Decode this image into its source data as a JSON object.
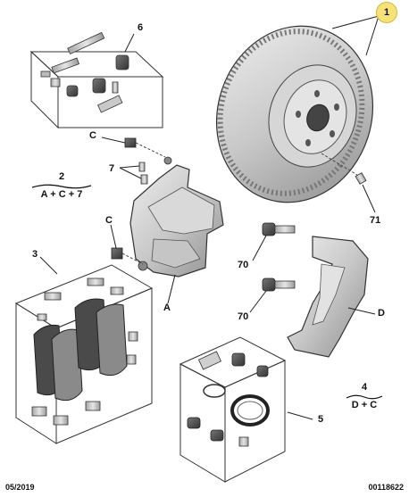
{
  "diagram": {
    "labels": {
      "part_1": "1",
      "part_2_num": "2",
      "part_2_combo": "A + C + 7",
      "part_3": "3",
      "part_4_num": "4",
      "part_4_combo": "D + C",
      "part_5": "5",
      "part_6": "6",
      "part_7": "7",
      "part_70_top": "70",
      "part_70_bottom": "70",
      "part_71": "71",
      "letter_a": "A",
      "letter_c_top": "C",
      "letter_c_mid": "C",
      "letter_d": "D"
    },
    "footer": {
      "date": "05/2019",
      "reference": "00118622"
    }
  }
}
